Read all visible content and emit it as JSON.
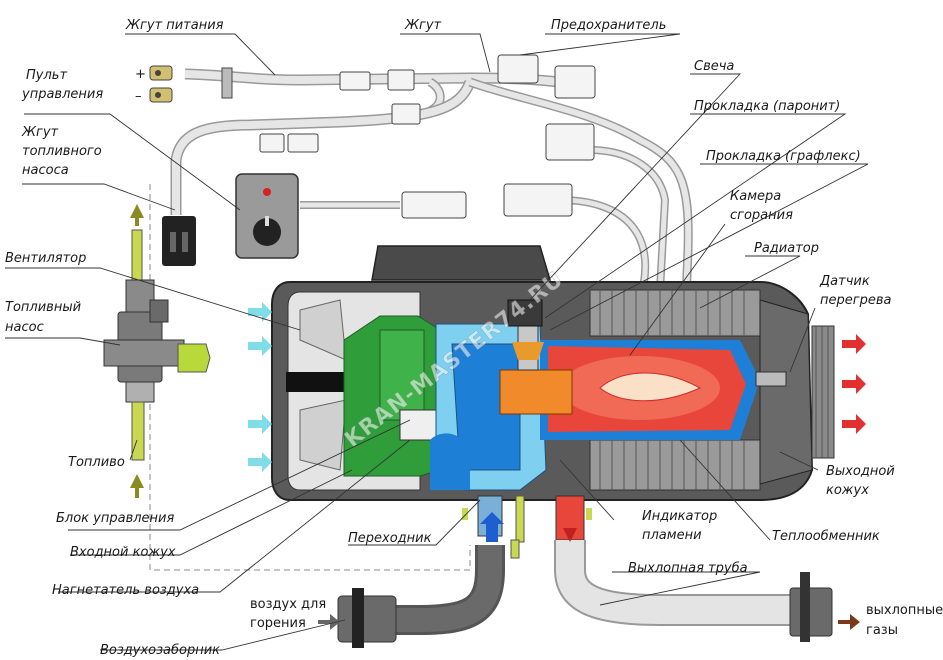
{
  "labels": {
    "power_harness": "Жгут питания",
    "harness": "Жгут",
    "fuse": "Предохранитель",
    "glow_plug": "Свеча",
    "gasket_paronite": "Прокладка (паронит)",
    "gasket_graflex": "Прокладка (графлекс)",
    "combustion_chamber": [
      "Камера",
      "сгорания"
    ],
    "radiator": "Радиатор",
    "overheat_sensor": [
      "Датчик",
      "перегрева"
    ],
    "control_panel": [
      "Пульт",
      "управления"
    ],
    "fuel_pump_harness": [
      "Жгут",
      "топливного",
      "насоса"
    ],
    "fan": "Вентилятор",
    "fuel_pump": [
      "Топливный",
      "насос"
    ],
    "fuel": "Топливо",
    "control_unit": "Блок управления",
    "inlet_casing": "Входной кожух",
    "air_blower": "Нагнетатель воздуха",
    "air_intake": "Воздухозаборник",
    "adapter": "Переходник",
    "flame_indicator": [
      "Индикатор",
      "пламени"
    ],
    "outlet_casing": [
      "Выходной",
      "кожух"
    ],
    "heat_exchanger": "Теплообменник",
    "exhaust_pipe": "Выхлопная труба",
    "combustion_air": [
      "воздух для",
      "горения"
    ],
    "exhaust_gases": [
      "выхлопные",
      "газы"
    ],
    "plus_sign": "+",
    "minus_sign": "–"
  },
  "watermark": "KRAN-MASTER74.RU",
  "colors": {
    "body_gray": "#5a5a5a",
    "body_dark": "#333333",
    "green": "#2f9e3a",
    "blue": "#1e7fd6",
    "light_blue": "#7fd0f0",
    "red_hot": "#e8463a",
    "orange": "#f08a2a",
    "yellow_green": "#b7d93a",
    "air_arrow": "#7fdde8",
    "hot_arrow": "#e03030",
    "fuel_arrow": "#8a8a20"
  }
}
